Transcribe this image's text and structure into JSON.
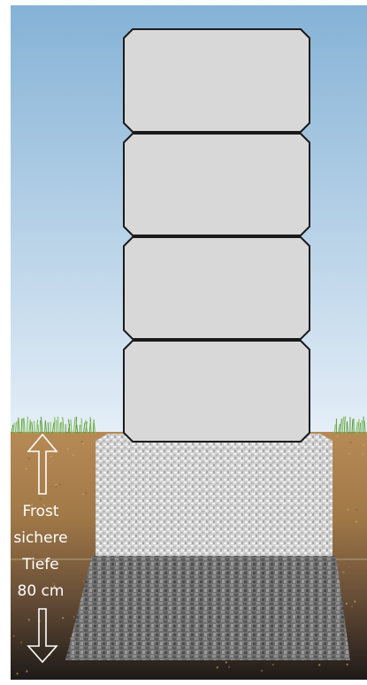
{
  "label": {
    "line1": "Frost",
    "line2": "sichere",
    "line3": "Tiefe",
    "line4": "80 cm"
  },
  "stone_blocks": 4,
  "colors": {
    "sky_top": "#85b2d6",
    "sky_bottom": "#e4eef7",
    "soil_top": "#b78a55",
    "soil_bottom": "#1e1a18",
    "block_fill": "#d8d8d8",
    "block_stroke": "#1a1a1a",
    "gravel_light": "#d0d0d0",
    "gravel_dark": "#6b6b6b",
    "grass": "#74b84a",
    "arrow": "#ffffff",
    "label_text": "#ffffff"
  }
}
